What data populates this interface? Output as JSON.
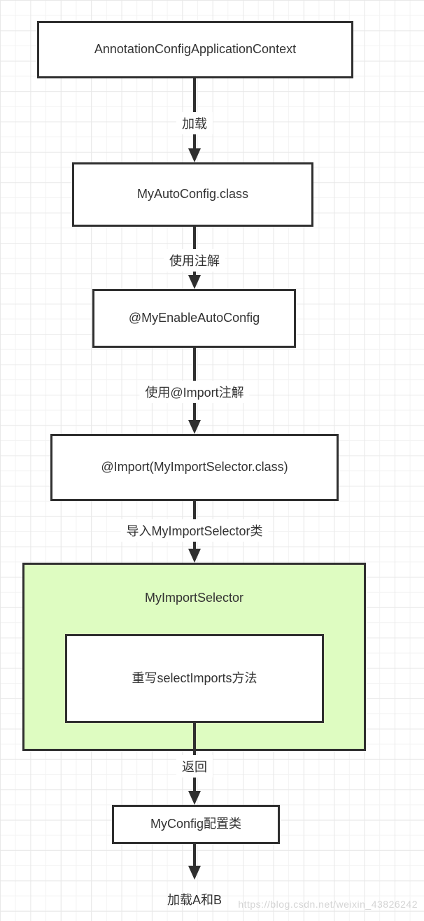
{
  "nodes": {
    "context": {
      "label": "AnnotationConfigApplicationContext"
    },
    "autoconfig": {
      "label": "MyAutoConfig.class"
    },
    "enable": {
      "label": "@MyEnableAutoConfig"
    },
    "import": {
      "label": "@Import(MyImportSelector.class)"
    },
    "selector": {
      "label": "MyImportSelector"
    },
    "override": {
      "label": "重写selectImports方法"
    },
    "myconfig": {
      "label": "MyConfig配置类"
    }
  },
  "edges": {
    "load": {
      "label": "加载"
    },
    "use_annotation": {
      "label": "使用注解"
    },
    "use_import": {
      "label": "使用@Import注解"
    },
    "import_selector": {
      "label": "导入MyImportSelector类"
    },
    "return": {
      "label": "返回"
    },
    "load_ab": {
      "label": "加载A和B"
    }
  },
  "watermark": "https://blog.csdn.net/weixin_43826242",
  "colors": {
    "border": "#2f2f2f",
    "text": "#333333",
    "green_fill": "#defcc1",
    "node_fill": "#ffffff",
    "grid_minor": "#f3f3f3",
    "grid_major": "#e8e8e8",
    "watermark_color": "#d4d4d4"
  }
}
